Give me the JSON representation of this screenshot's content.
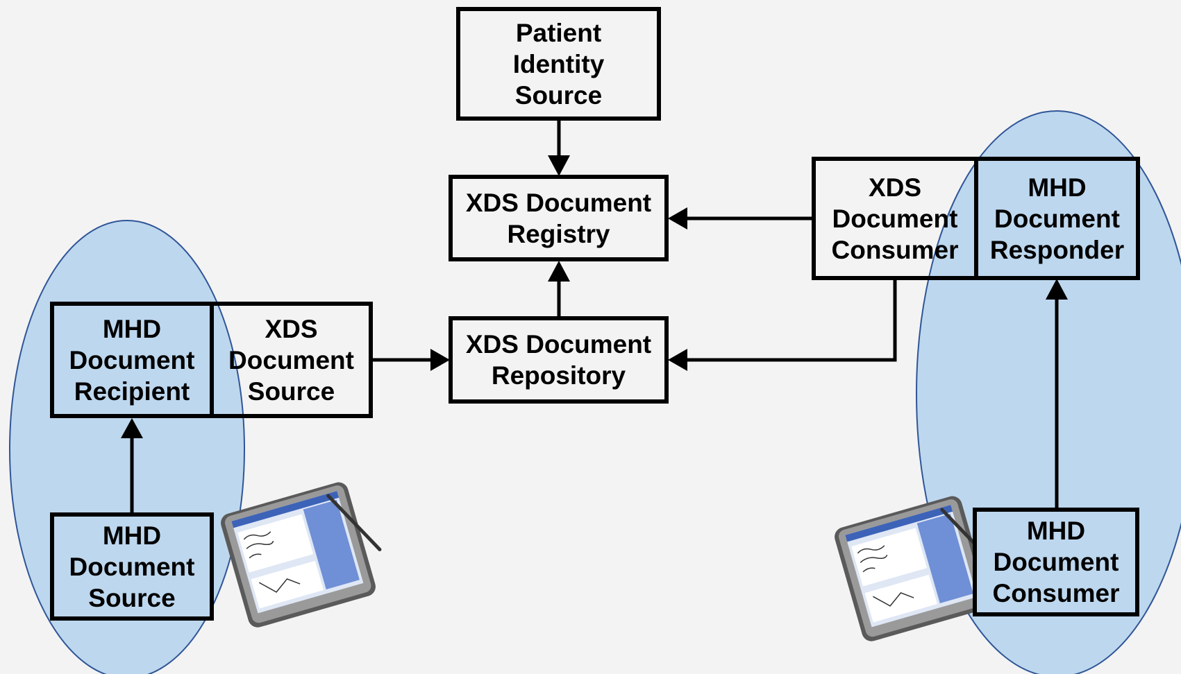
{
  "colors": {
    "background": "#f3f3f3",
    "mhd_fill": "#bdd7ee",
    "ellipse_fill": "#bdd7ee",
    "ellipse_stroke": "#2f5597",
    "line": "#000000"
  },
  "nodes": {
    "patient_identity_source": "Patient\nIdentity\nSource",
    "xds_registry": "XDS Document\nRegistry",
    "xds_repository": "XDS Document\nRepository",
    "xds_source": "XDS\nDocument\nSource",
    "mhd_recipient": "MHD\nDocument\nRecipient",
    "mhd_source": "MHD\nDocument\nSource",
    "xds_consumer": "XDS\nDocument\nConsumer",
    "mhd_responder": "MHD\nDocument\nResponder",
    "mhd_consumer": "MHD\nDocument\nConsumer"
  },
  "icons": [
    "tablet-icon",
    "tablet-icon"
  ]
}
